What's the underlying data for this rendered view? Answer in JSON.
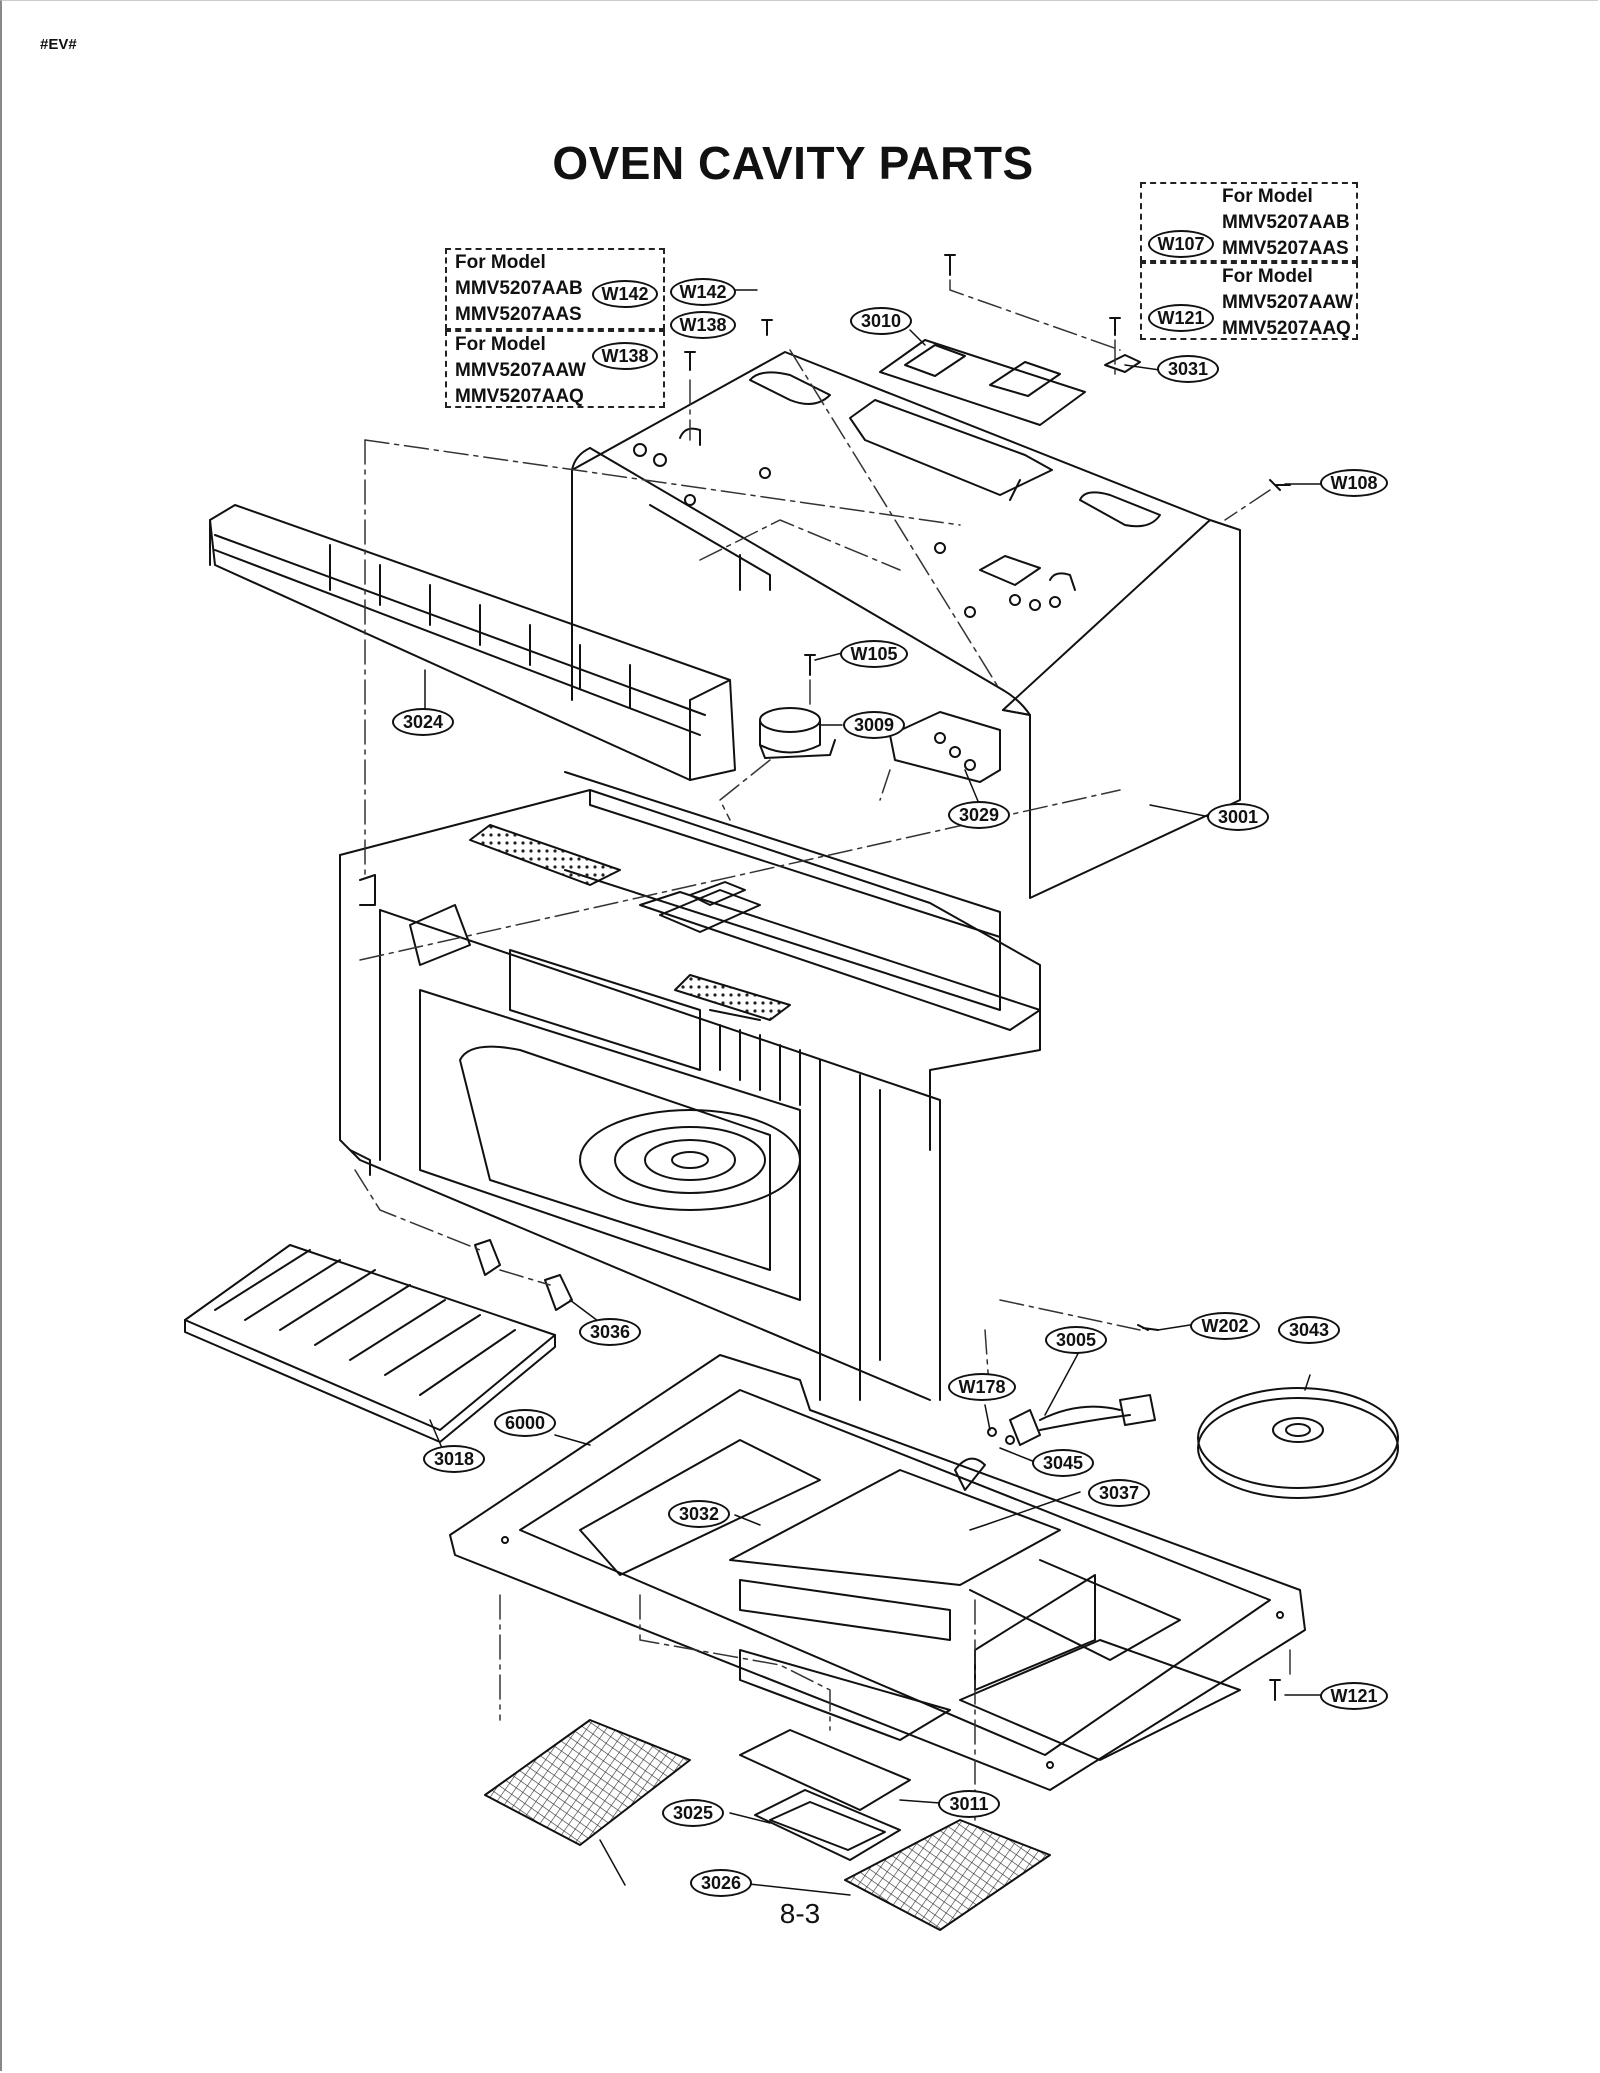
{
  "header": {
    "tag": "#EV#"
  },
  "title": "OVEN CAVITY PARTS",
  "page_number": "8-3",
  "model_notes": {
    "right_top": {
      "heading": "For Model",
      "models": [
        "MMV5207AAB",
        "MMV5207AAS"
      ],
      "part": "W107"
    },
    "right_bottom": {
      "heading": "For Model",
      "models": [
        "MMV5207AAW",
        "MMV5207AAQ"
      ],
      "part": "W121"
    },
    "left_top": {
      "heading": "For Model",
      "models": [
        "MMV5207AAB",
        "MMV5207AAS"
      ],
      "part": "W142"
    },
    "left_bottom": {
      "heading": "For Model",
      "models": [
        "MMV5207AAW",
        "MMV5207AAQ"
      ],
      "part": "W138"
    }
  },
  "callouts": {
    "w142": "W142",
    "w138": "W138",
    "p3010": "3010",
    "p3031": "3031",
    "w108": "W108",
    "p3024": "3024",
    "w105": "W105",
    "p3009": "3009",
    "p3029": "3029",
    "p3001": "3001",
    "p3036": "3036",
    "p3018": "3018",
    "p6000": "6000",
    "p3005": "3005",
    "w202": "W202",
    "p3043": "3043",
    "w178": "W178",
    "p3045": "3045",
    "p3037": "3037",
    "p3032": "3032",
    "w121b": "W121",
    "p3025": "3025",
    "p3011": "3011",
    "p3026": "3026"
  }
}
